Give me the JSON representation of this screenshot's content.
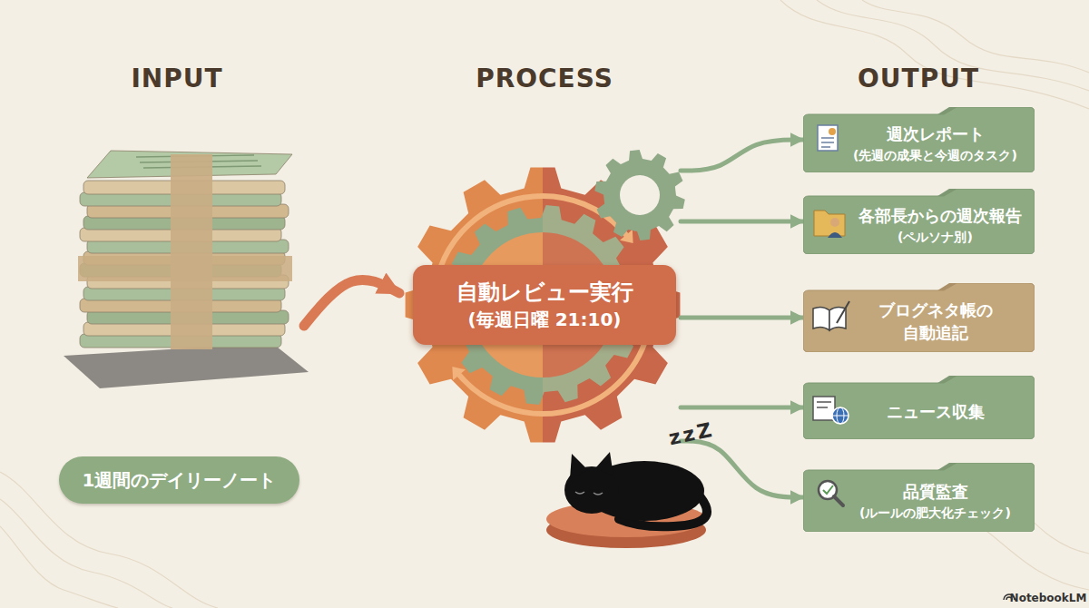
{
  "diagram": {
    "nodes": [
      {
        "text": [
          "1週間のデイリーノート"
        ]
      },
      {
        "text": [
          "自動レビュー実行",
          "(毎週日曜 21:10)"
        ]
      },
      {
        "text": [
          "週次レポート",
          "(先週の成果と今週のタスク)"
        ]
      },
      {
        "text": [
          "各部長からの週次報告",
          "(ペルソナ別)"
        ]
      },
      {
        "text": [
          "ブログネタ帳の 自動追記"
        ]
      },
      {
        "text": [
          "ニュース収集"
        ]
      },
      {
        "text": [
          "品質監査",
          "(ルールの肥大化チェック)"
        ]
      }
    ],
    "edges": [
      {
        "from": 0,
        "to": 1,
        "arrow": "to"
      },
      {
        "from": 1,
        "to": 2,
        "arrow": "to"
      },
      {
        "from": 1,
        "to": 3,
        "arrow": "to"
      },
      {
        "from": 1,
        "to": 4,
        "arrow": "to"
      },
      {
        "from": 1,
        "to": 5,
        "arrow": "to"
      },
      {
        "from": 1,
        "to": 6,
        "arrow": "to"
      }
    ],
    "labels": [
      "INPUT",
      "PROCESS",
      "OUTPUT",
      "zzZ",
      "NotebookLM"
    ]
  }
}
